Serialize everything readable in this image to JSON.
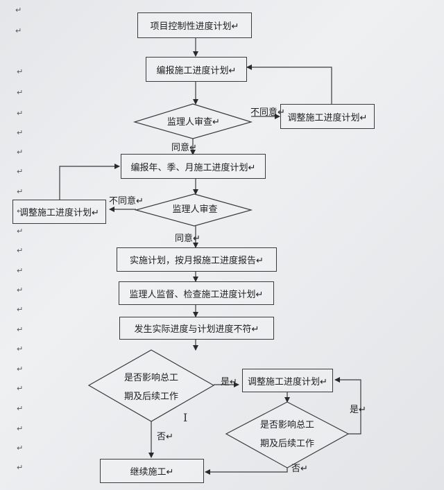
{
  "nodes": {
    "project_plan": "项目控制性进度计划↵",
    "compile_plan": "编报施工进度计划↵",
    "review1": "监理人审查↵",
    "adjust1": "调整施工进度计划↵",
    "compile_periodic": "编报年、季、月施工进度计划↵",
    "review2": "监理人审查",
    "adjust2": "调整施工进度计划↵",
    "implement": "实施计划，按月报施工进度报告↵",
    "supervise": "监理人监督、检查施工进度计划↵",
    "deviation": "发生实际进度与计划进度不符↵",
    "decision1_line1": "是否影响总工",
    "decision1_line2": "期及后续工作",
    "adjust3": "调整施工进度计划↵",
    "decision2_line1": "是否影响总工",
    "decision2_line2": "期及后续工作",
    "continue": "继续施工↵"
  },
  "edges": {
    "disagree1": "不同意↵",
    "agree1": "同意↵",
    "disagree2": "不同意↵",
    "agree2": "同意↵",
    "yes1": "是↵",
    "no1": "否↵",
    "yes2": "是↵",
    "no2": "否↵"
  },
  "paragraph_mark": "↵",
  "cursor_glyph": "I"
}
